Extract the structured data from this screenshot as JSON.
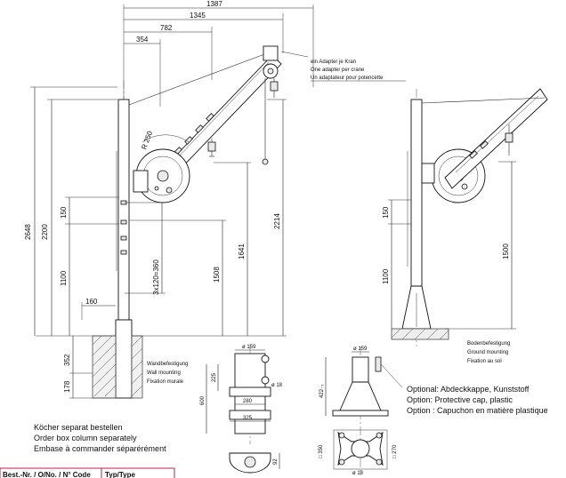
{
  "top_dimensions": [
    "1387",
    "1345",
    "782",
    "354"
  ],
  "crane_dimensions": {
    "radius": "R 250",
    "total_height": "2648",
    "column_height": "2200",
    "spacing_top": "150",
    "hole_pattern": "3x120=360",
    "lower_height": "1100",
    "offset": "160",
    "height_1508": "1508",
    "height_1641": "1641",
    "height_2214": "2214",
    "depth_352": "352",
    "depth_178": "178"
  },
  "adapter_note": {
    "de": "ein Adapter je Kran",
    "en": "One adapter per crane",
    "fr": "Un adaptateur pour potencette"
  },
  "wall_mount_note": {
    "de": "Wandbefestigung",
    "en": "Wall mounting",
    "fr": "Fixation murale"
  },
  "wall_mount_dims": {
    "dia_top": "ø 159",
    "h_225": "225",
    "hole": "ø 18",
    "height_600": "600",
    "w_280": "280",
    "w_325": "325",
    "side_92": "92"
  },
  "right_view_dims": {
    "spacing": "150",
    "lower": "1100",
    "height": "1500"
  },
  "ground_mount_note": {
    "de": "Bodenbefestigung",
    "en": "Ground mounting",
    "fr": "Fixation au sol"
  },
  "ground_mount_dims": {
    "dia_top": "ø 159",
    "height": "422₋₃",
    "square": "□ 350",
    "square2": "□ 270",
    "hole": "ø 18"
  },
  "option_notes": [
    "Optional: Abdeckkappe, Kunststoff",
    "Option: Protective cap, plastic",
    "Option : Capuchon en matière plastique"
  ],
  "order_note": [
    "Köcher separat bestellen",
    "Order box column separately",
    "Embase à commander séparérément"
  ],
  "table_header": {
    "order_no": "Best.-Nr. / O/No. / N° Code",
    "type": "Typ/Type"
  }
}
